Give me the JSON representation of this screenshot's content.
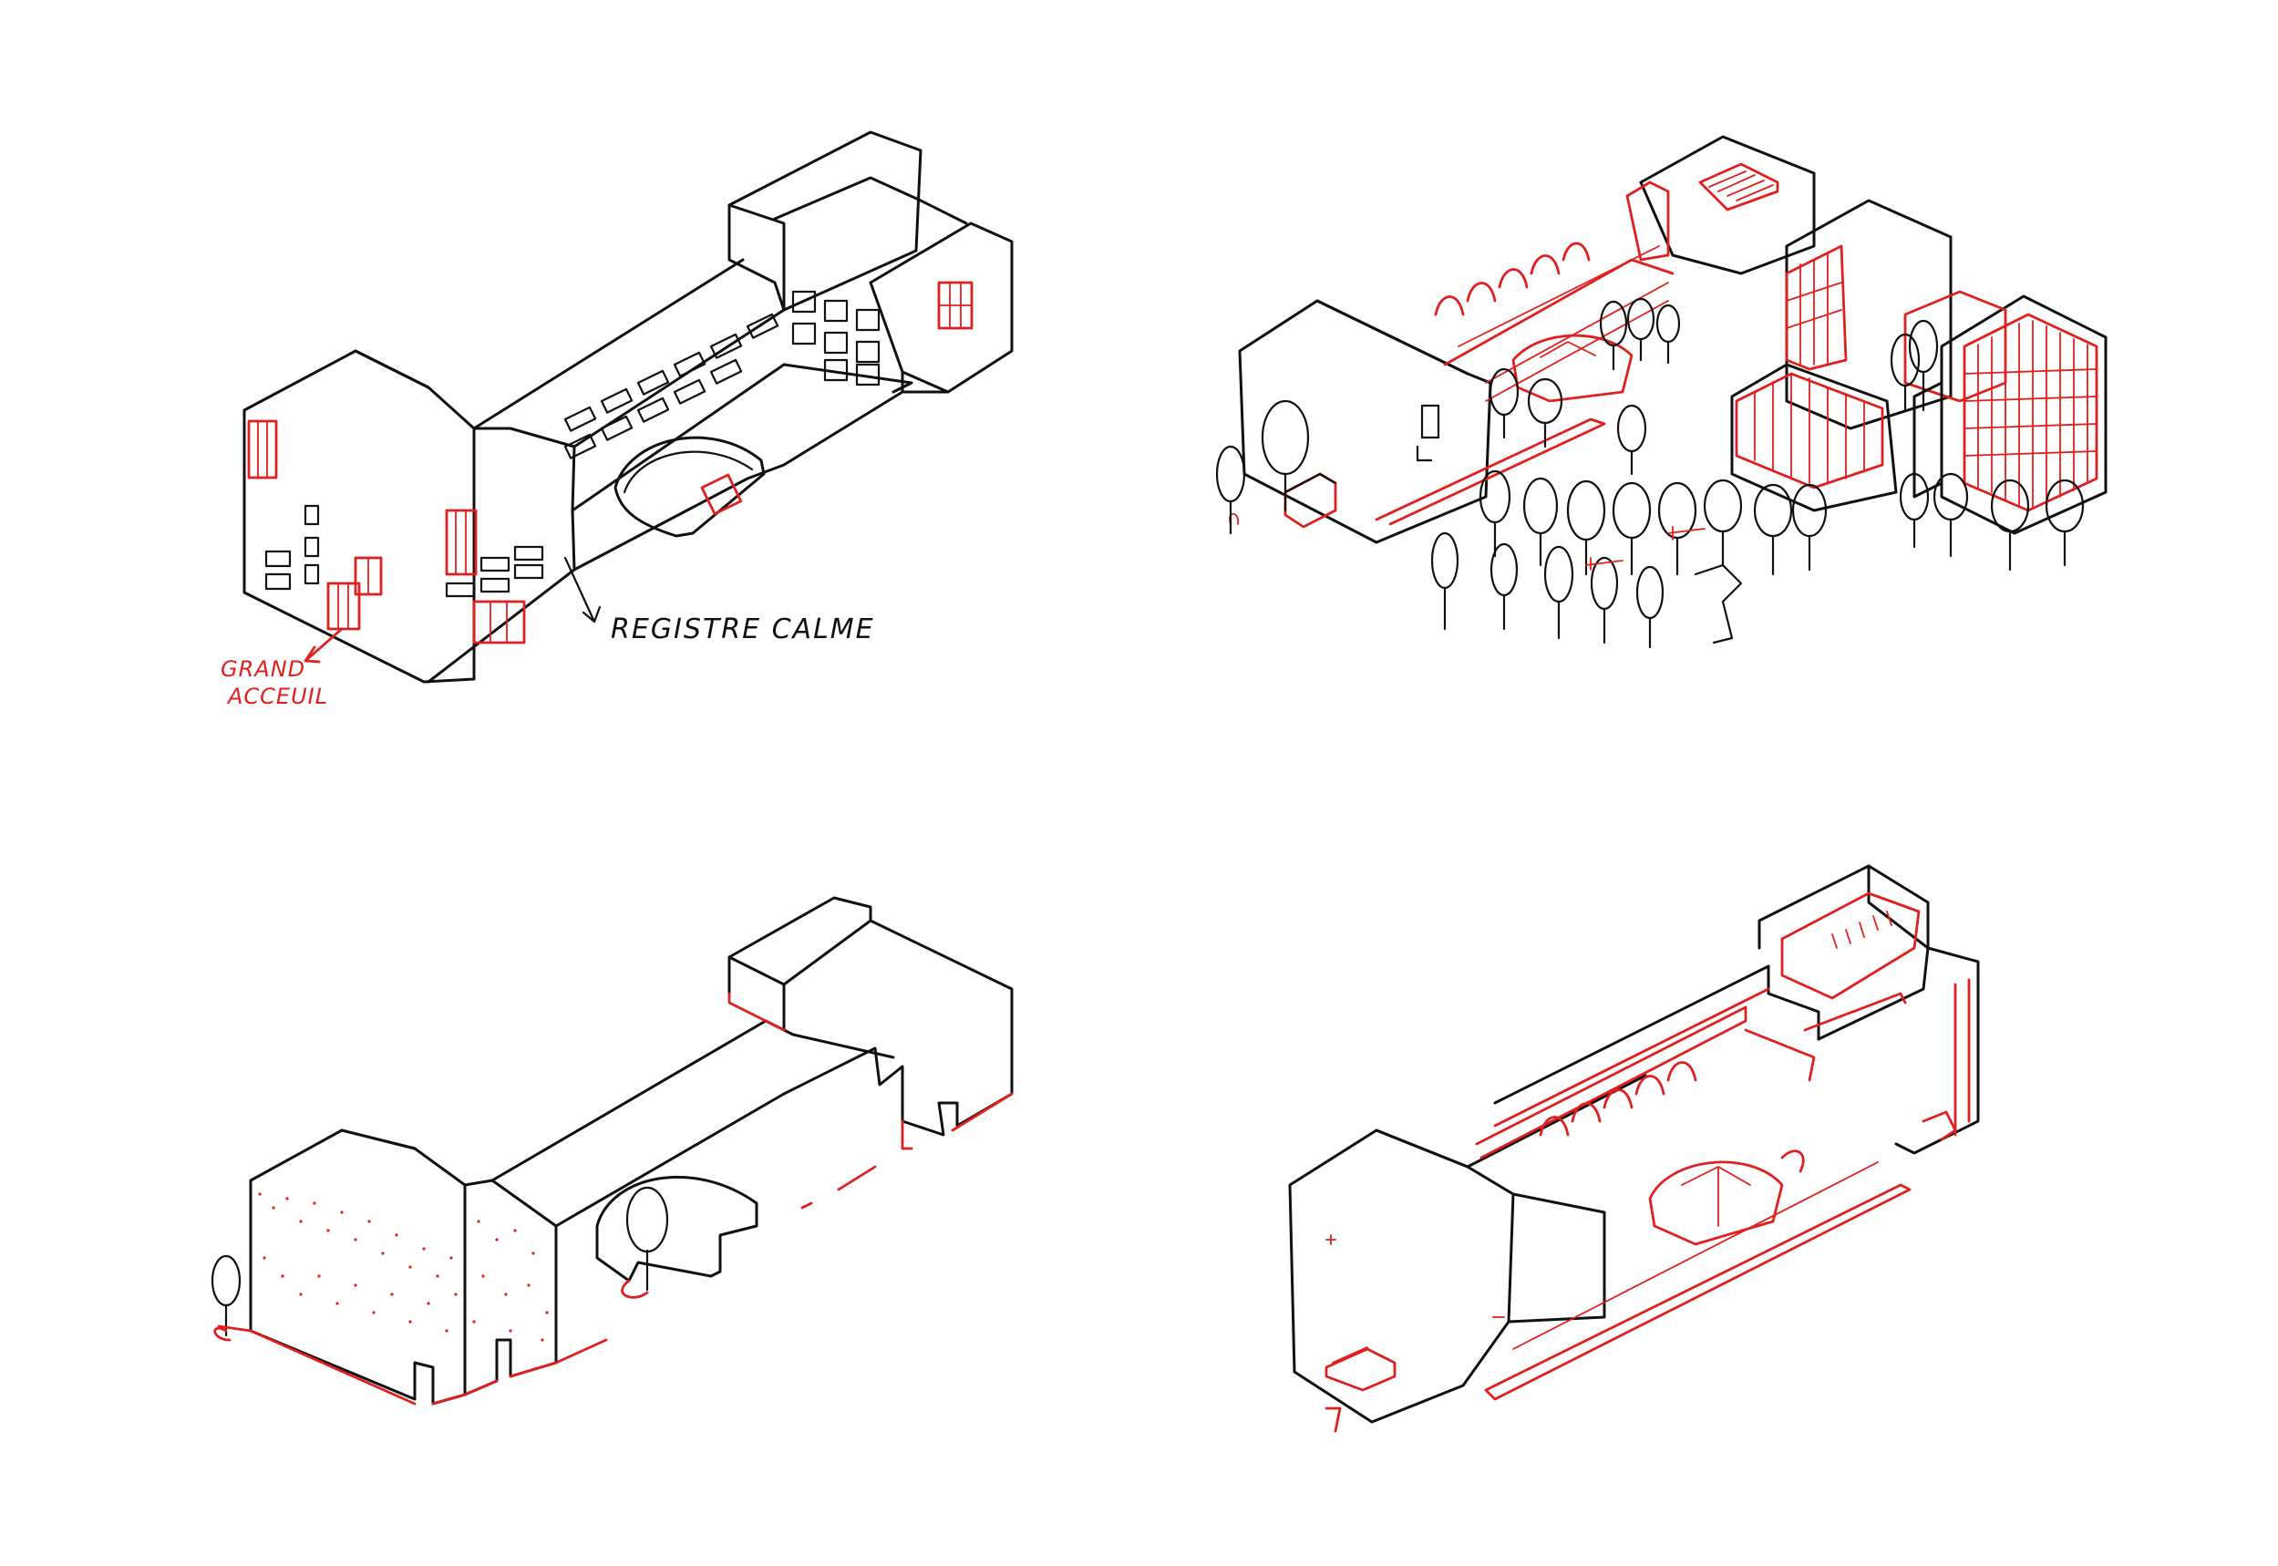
{
  "annotations": {
    "registre_calme": "REGISTRE CALME",
    "grand_accueil_line1": "GRAND",
    "grand_accueil_line2": "ACCEUIL"
  },
  "colors": {
    "ink": "#111111",
    "accent": "#e0201f",
    "paper": "#ffffff"
  },
  "sketches": [
    {
      "panel": "top-left",
      "kind": "isometric building, window openings"
    },
    {
      "panel": "top-right",
      "kind": "isometric campus with trees"
    },
    {
      "panel": "bottom-left",
      "kind": "isometric massing, red ground lines"
    },
    {
      "panel": "bottom-right",
      "kind": "isometric section, red interior"
    }
  ]
}
